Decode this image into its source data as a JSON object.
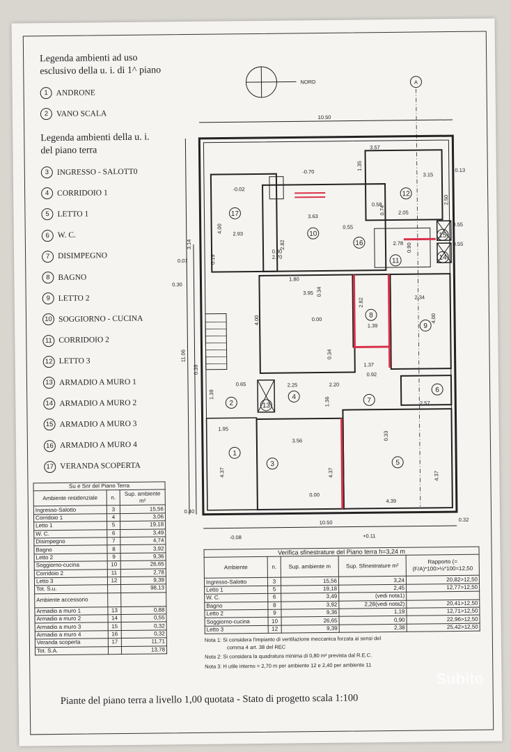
{
  "legend": {
    "header1": "Legenda ambienti ad uso",
    "header2": "esclusivo della u. i. di 1^ piano",
    "items_first_floor": [
      {
        "num": "1",
        "label": "ANDRONE"
      },
      {
        "num": "2",
        "label": "VANO SCALA"
      }
    ],
    "header3": "Legenda ambienti della u. i.",
    "header4": "del piano terra",
    "items_ground": [
      {
        "num": "3",
        "label": "INGRESSO - SALOTT0"
      },
      {
        "num": "4",
        "label": "CORRIDOIO 1"
      },
      {
        "num": "5",
        "label": "LETTO 1"
      },
      {
        "num": "6",
        "label": "W. C."
      },
      {
        "num": "7",
        "label": "DISIMPEGNO"
      },
      {
        "num": "8",
        "label": "BAGNO"
      },
      {
        "num": "9",
        "label": "LETTO 2"
      },
      {
        "num": "10",
        "label": "SOGGIORNO - CUCINA"
      },
      {
        "num": "11",
        "label": "CORRIDOIO 2"
      },
      {
        "num": "12",
        "label": "LETTO 3"
      },
      {
        "num": "13",
        "label": "ARMADIO A MURO 1"
      },
      {
        "num": "14",
        "label": "ARMADIO A MURO 2"
      },
      {
        "num": "15",
        "label": "ARMADIO A MURO 3"
      },
      {
        "num": "16",
        "label": "ARMADIO A MURO 4"
      },
      {
        "num": "17",
        "label": "VERANDA SCOPERTA"
      }
    ]
  },
  "table1": {
    "title": "Su e Snr del Piano Terra",
    "headers": [
      "Ambiente residenziale",
      "n.",
      "Sup. ambiente m²"
    ],
    "rows": [
      [
        "Ingresso-Salotto",
        "3",
        "15,56"
      ],
      [
        "Corridoio 1",
        "4",
        "3,06"
      ],
      [
        "Letto 1",
        "5",
        "19,18"
      ],
      [
        "W. C.",
        "6",
        "3,49"
      ],
      [
        "Disimpegno",
        "7",
        "4,74"
      ],
      [
        "Bagno",
        "8",
        "3,92"
      ],
      [
        "Letto 2",
        "9",
        "9,36"
      ],
      [
        "Soggiorno-cucina",
        "10",
        "26,65"
      ],
      [
        "Corridoio 2",
        "11",
        "2,78"
      ],
      [
        "Letto 3",
        "12",
        "9,39"
      ]
    ],
    "total_su_label": "Tot. S.u.",
    "total_su": "98,13",
    "accessory_label": "Ambiente accessorio",
    "acc_rows": [
      [
        "Armadio a muro 1",
        "13",
        "0,88"
      ],
      [
        "Armadio a muro 2",
        "14",
        "0,55"
      ],
      [
        "Armadio a muro 3",
        "15",
        "0,32"
      ],
      [
        "Armadio a muro 4",
        "16",
        "0,32"
      ],
      [
        "Veranda scoperta",
        "17",
        "11,71"
      ]
    ],
    "total_sa_label": "Tot. S.A.",
    "total_sa": "13,78"
  },
  "table2": {
    "title": "Verifica sfinestrature del Piano terra h=3,24 m",
    "headers": [
      "Ambiente",
      "n.",
      "Sup. ambiente m",
      "Sup. Sfinestrature m²",
      "Rapporto (=(F/A)*100>⅛*100=12,50"
    ],
    "rows": [
      [
        "Ingresso-Salotto",
        "3",
        "15,56",
        "3,24",
        "20,82>12,50"
      ],
      [
        "Letto 1",
        "5",
        "19,18",
        "2,45",
        "12,77>12,50"
      ],
      [
        "W. C.",
        "6",
        "3,49",
        "(vedi nota1)",
        ""
      ],
      [
        "Bagno",
        "8",
        "3,92",
        "2,28(vedi nota2)",
        "20,41>12,50"
      ],
      [
        "Letto 2",
        "9",
        "9,36",
        "1,19",
        "12,71>12,50"
      ],
      [
        "Soggiorno-cucina",
        "10",
        "26,65",
        "0,90",
        "22,96>12,50"
      ],
      [
        "Letto 3",
        "12",
        "9,39",
        "2,38",
        "25,42>12,50"
      ]
    ],
    "note1": "Nota 1: Si considera l'impianto di ventilazione meccanica forzata ai sensi del",
    "note1b": "comma 4 art. 38 del REC",
    "note2": "Nota 2: Si considera la quadratura minima di 0,80 m² prevista dal R.E.C.",
    "note3": "Nota 3: H utile interno = 2,70 m per ambiente 12 e 2,40 per ambiente 11"
  },
  "plan": {
    "north_label": "NORD",
    "section_label": "A",
    "dimensions": {
      "top_total": "10.50",
      "bottom_total": "10.50",
      "left_total": "11.06",
      "d357": "3.57",
      "d135": "1.35",
      "d315": "3.15",
      "d013": "0.13",
      "d250": "2.50",
      "d293": "2.93",
      "d400a": "4.00",
      "d282a": "2.82",
      "d363": "3.63",
      "d055a": "0.55",
      "d055b": "0.55",
      "d055c": "0.55",
      "d205": "2.05",
      "d278": "2.78",
      "d314": "3.14",
      "d019": "0.19",
      "d007": "0.07",
      "d030": "0.30",
      "d180": "1.80",
      "d395": "3.95",
      "d234": "2.34",
      "d400b": "4.00",
      "d400c": "4.00",
      "d282b": "2.82",
      "d139a": "1.39",
      "d137": "1.37",
      "d092": "0.92",
      "d034a": "0.34",
      "d034b": "0.34",
      "d065": "0.65",
      "d225": "2.25",
      "d220": "2.20",
      "d136": "1.36",
      "d257": "2.57",
      "d139b": "1.39",
      "d195": "1.95",
      "d356": "3.56",
      "d033": "0.33",
      "d437a": "4.37",
      "d437b": "4.37",
      "d437c": "4.37",
      "d439": "4.39",
      "d039": "0.39",
      "d040": "0.40",
      "d032": "0.32",
      "d080": "0.80",
      "d270": "2.70",
      "d058": "0.58",
      "d074": "0.74",
      "d090": "0.90",
      "lev_m002": "-0.02",
      "lev_m070": "-0.70",
      "lev_000a": "0.00",
      "lev_000b": "0.00",
      "lev_m008": "-0.08",
      "lev_p011": "+0.11"
    },
    "rooms": [
      "1",
      "2",
      "3",
      "4",
      "5",
      "6",
      "7",
      "8",
      "9",
      "10",
      "11",
      "12",
      "13",
      "14",
      "15",
      "16",
      "17"
    ]
  },
  "caption": "Piante del piano terra a livello 1,00 quotata - Stato di progetto scala 1:100",
  "watermark": "Subito"
}
